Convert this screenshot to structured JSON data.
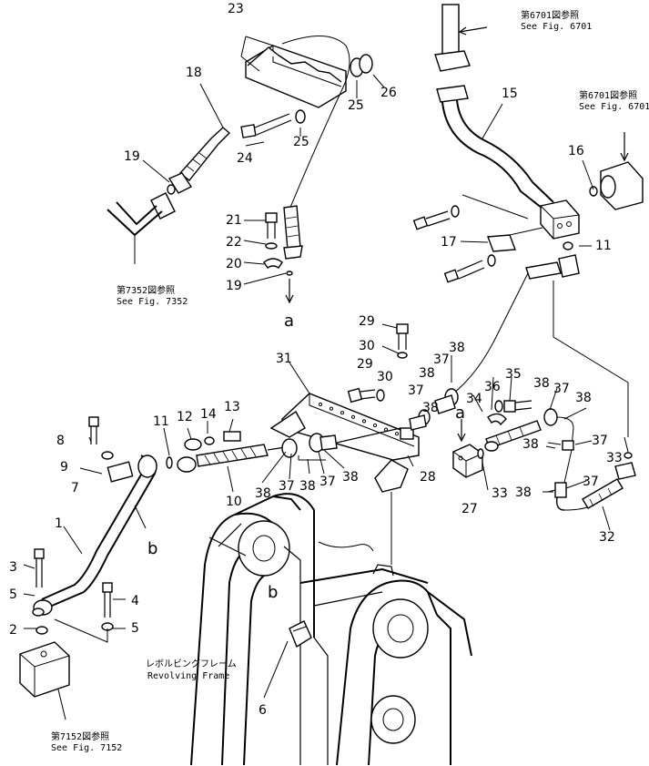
{
  "callouts": {
    "n1": "1",
    "n2": "2",
    "n3": "3",
    "n4": "4",
    "n5a": "5",
    "n5b": "5",
    "n6": "6",
    "n7": "7",
    "n8": "8",
    "n9": "9",
    "n10": "10",
    "n11a": "11",
    "n11b": "11",
    "n12": "12",
    "n13": "13",
    "n14": "14",
    "n15": "15",
    "n16": "16",
    "n17": "17",
    "n18": "18",
    "n19a": "19",
    "n19b": "19",
    "n20": "20",
    "n21": "21",
    "n22": "22",
    "n23": "23",
    "n24": "24",
    "n25a": "25",
    "n25b": "25",
    "n26": "26",
    "n27": "27",
    "n28": "28",
    "n29a": "29",
    "n29b": "29",
    "n30a": "30",
    "n30b": "30",
    "n31": "31",
    "n32": "32",
    "n33a": "33",
    "n33b": "33",
    "n34": "34",
    "n35": "35",
    "n36": "36",
    "n37a": "37",
    "n37b": "37",
    "n37c": "37",
    "n37d": "37",
    "n37e": "37",
    "n37f": "37",
    "n37g": "37",
    "n38a": "38",
    "n38b": "38",
    "n38c": "38",
    "n38d": "38",
    "n38e": "38",
    "n38f": "38",
    "n38g": "38",
    "n38h": "38",
    "n38i": "38",
    "n38j": "38"
  },
  "letters": {
    "a1": "a",
    "a2": "a",
    "b1": "b",
    "b2": "b"
  },
  "references": {
    "fig6701_jp_a": "第6701図参照",
    "fig6701_en_a": "See  Fig. 6701",
    "fig6701_jp_b": "第6701図参照",
    "fig6701_en_b": "See  Fig. 6701",
    "fig7352_jp": "第7352図参照",
    "fig7352_en": "See  Fig. 7352",
    "fig7152_jp": "第7152図参照",
    "fig7152_en": "See  Fig. 7152",
    "frame_jp": "レボルビングフレーム",
    "frame_en": "Revolving Frame"
  }
}
